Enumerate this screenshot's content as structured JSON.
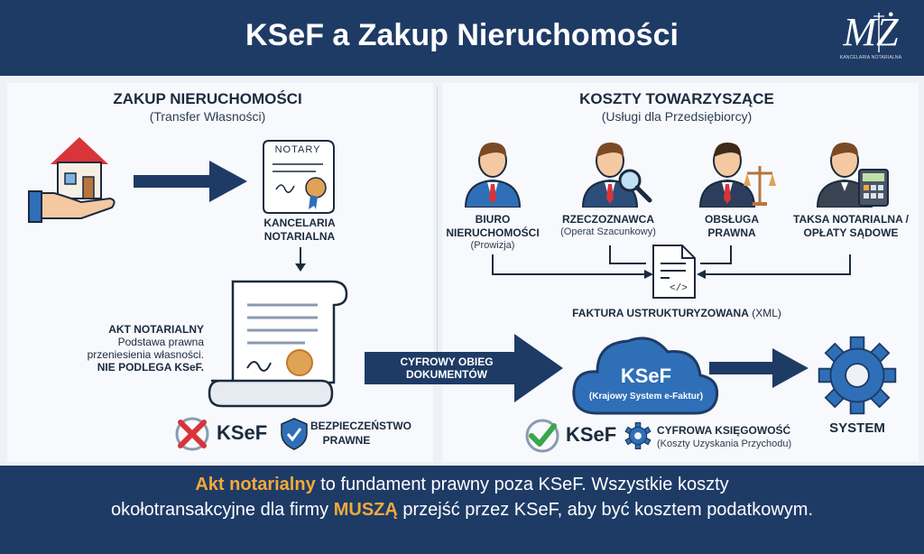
{
  "header": {
    "title": "KSeF a Zakup Nieruchomości",
    "logo_caption": "KANCELARIA NOTARIALNA"
  },
  "left": {
    "title": "ZAKUP NIERUCHOMOŚCI",
    "subtitle": "(Transfer Własności)",
    "notary_doc_label": "NOTARY",
    "office_line1": "KANCELARIA",
    "office_line2": "NOTARIALNA",
    "akt_title": "AKT NOTARIALNY",
    "akt_line1": "Podstawa prawna",
    "akt_line2": "przeniesienia własności.",
    "akt_note": "NIE PODLEGA KSeF.",
    "ksef_crossed": "KSeF",
    "security_line1": "BEZPIECZEŃSTWO",
    "security_line2": "PRAWNE"
  },
  "right": {
    "title": "KOSZTY TOWARZYSZĄCE",
    "subtitle": "(Usługi dla Przedsiębiorcy)",
    "services": [
      {
        "line1": "BIURO",
        "line2": "NIERUCHOMOŚCI",
        "sub": "(Prowizja)"
      },
      {
        "line1": "RZECZOZNAWCA",
        "line2": "",
        "sub": "(Operat Szacunkowy)"
      },
      {
        "line1": "OBSŁUGA",
        "line2": "PRAWNA",
        "sub": ""
      },
      {
        "line1": "TAKSA NOTARIALNA /",
        "line2": "OPŁATY SĄDOWE",
        "sub": ""
      }
    ],
    "invoice_label_bold": "FAKTURA USTRUKTURYZOWANA",
    "invoice_label_tail": " (XML)",
    "ksef_checked": "KSeF",
    "digital_title": "CYFROWA KSIĘGOWOŚĆ",
    "digital_sub": "(Koszty Uzyskania Przychodu)"
  },
  "flow": {
    "arrow_line1": "CYFROWY OBIEG",
    "arrow_line2": "DOKUMENTÓW",
    "cloud_title": "KSeF",
    "cloud_sub": "(Krajowy System e-Faktur)",
    "system_label": "SYSTEM"
  },
  "footer": {
    "l1_hl": "Akt notarialny",
    "l1_rest": " to fundament prawny poza KSeF. Wszystkie koszty",
    "l2_a": "okołotransakcyjne dla firmy ",
    "l2_hl": "MUSZĄ",
    "l2_b": " przejść przez KSeF, aby być kosztem podatkowym."
  },
  "colors": {
    "navy": "#1e3b66",
    "accent": "#f2a93b",
    "blue": "#2f6fb7",
    "red": "#d8343a",
    "green": "#3aa64a"
  }
}
